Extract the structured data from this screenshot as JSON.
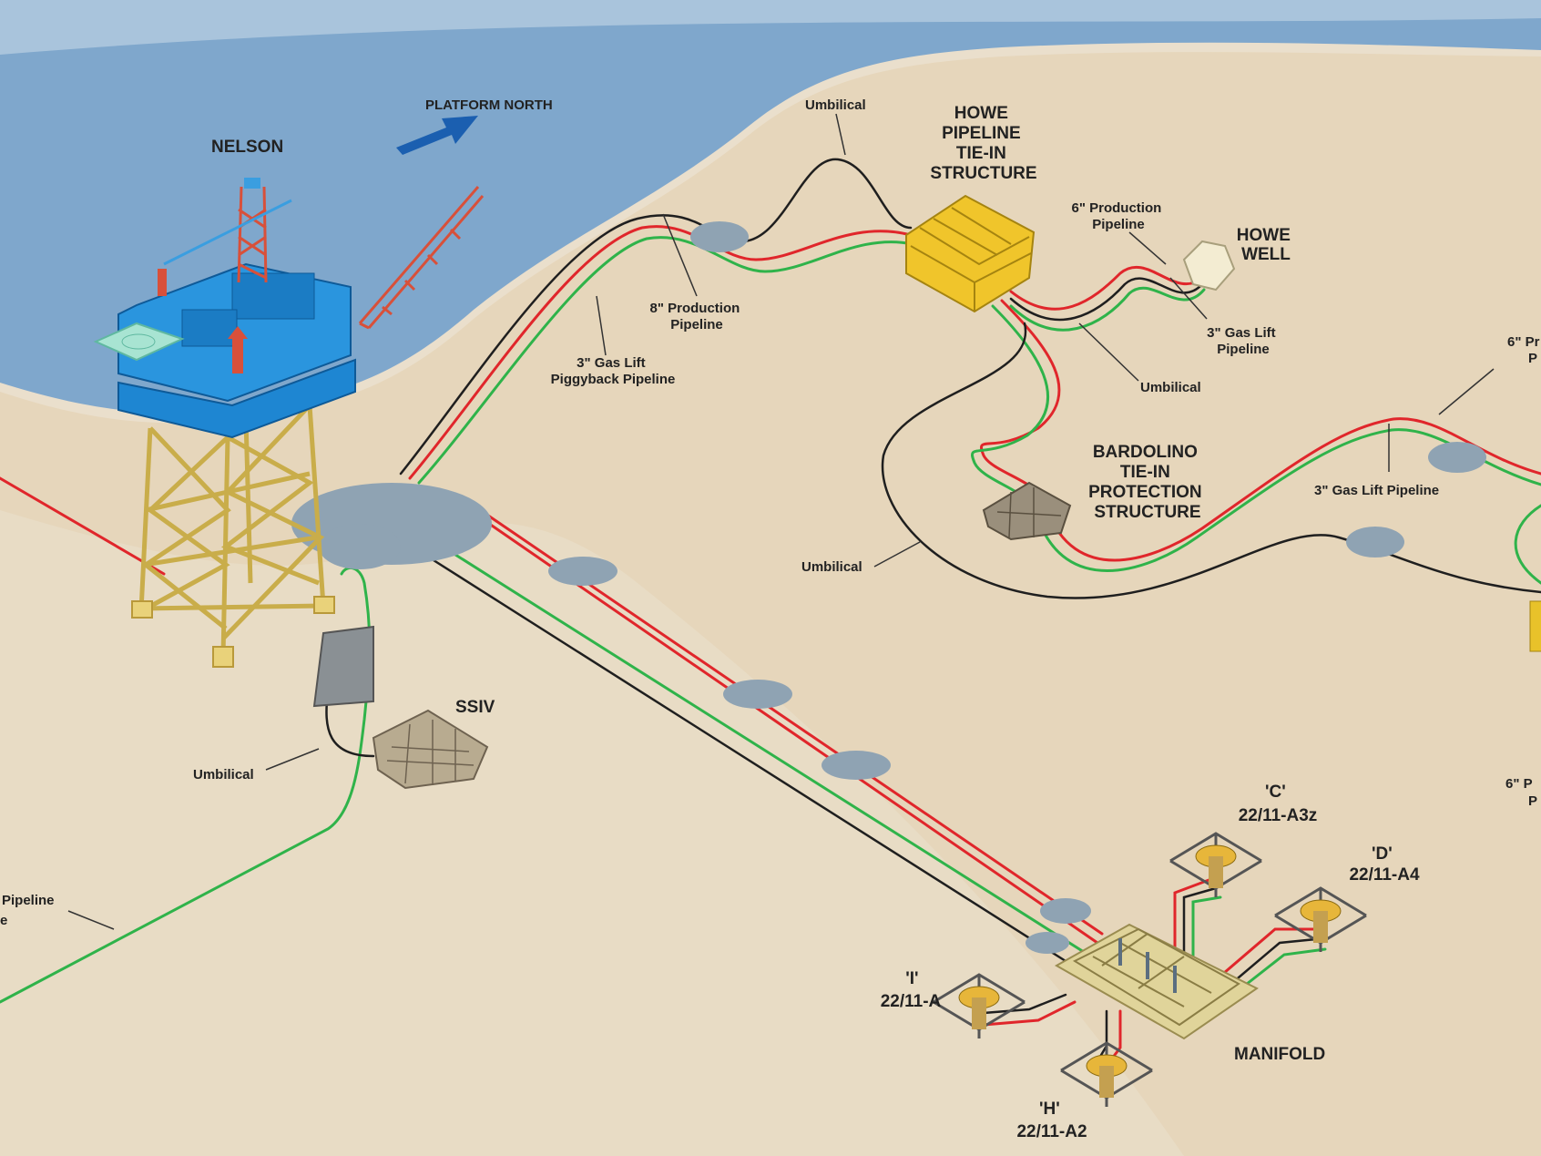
{
  "colors": {
    "sea": "#7fa7cc",
    "sea_light": "#a9c4dc",
    "seabed": "#eadfcc",
    "ridge": "#e6d6bb",
    "production": "#e0262b",
    "gas_lift": "#2fb34a",
    "umbilical": "#1f1f1f",
    "jacket": "#e9d27a",
    "topside": "#1e86d2",
    "structure": "#e2b81e"
  },
  "labels": {
    "nelson": "NELSON",
    "platform_north": "PLATFORM NORTH",
    "umbilical_top": "Umbilical",
    "howe_tiein": [
      "HOWE",
      "PIPELINE",
      "TIE-IN",
      "STRUCTURE"
    ],
    "prod6_howe": [
      "6\" Production",
      "Pipeline"
    ],
    "howe_well": [
      "HOWE",
      "WELL"
    ],
    "prod8": [
      "8\" Production",
      "Pipeline"
    ],
    "gaslift_piggyback": [
      "3\" Gas Lift",
      "Piggyback Pipeline"
    ],
    "gaslift3_howe": [
      "3\" Gas Lift",
      "Pipeline"
    ],
    "umbilical_howe": "Umbilical",
    "prod6_right_top": [
      "6\" Pr",
      "P"
    ],
    "bardolino": [
      "BARDOLINO",
      "TIE-IN",
      "PROTECTION",
      "STRUCTURE"
    ],
    "gaslift3_right": "3\" Gas Lift Pipeline",
    "umbilical_mid": "Umbilical",
    "ssiv": "SSIV",
    "umbilical_ssiv": "Umbilical",
    "prod6_right_bottom": [
      "6\" P",
      "P"
    ],
    "pipeline_left": [
      "Pipeline",
      "e"
    ],
    "well_c": [
      "'C'",
      "22/11-A3z"
    ],
    "well_d": [
      "'D'",
      "22/11-A4"
    ],
    "well_i": [
      "'I'",
      "22/11-A"
    ],
    "well_h": [
      "'H'",
      "22/11-A2"
    ],
    "manifold": "MANIFOLD"
  }
}
